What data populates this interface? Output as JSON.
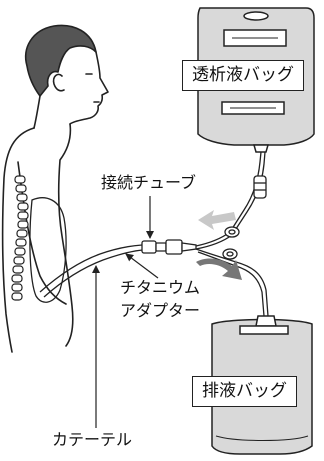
{
  "labels": {
    "dialysate_bag": "透析液バッグ",
    "connecting_tube": "接続チューブ",
    "titanium_adapter_line1": "チタニウム",
    "titanium_adapter_line2": "アダプター",
    "drain_bag": "排液バッグ",
    "catheter": "カテーテル"
  },
  "colors": {
    "line": "#222222",
    "bag_fill": "#d9d9d9",
    "flow_in_arrow": "#c8c8c8",
    "flow_out_arrow": "#777777"
  }
}
